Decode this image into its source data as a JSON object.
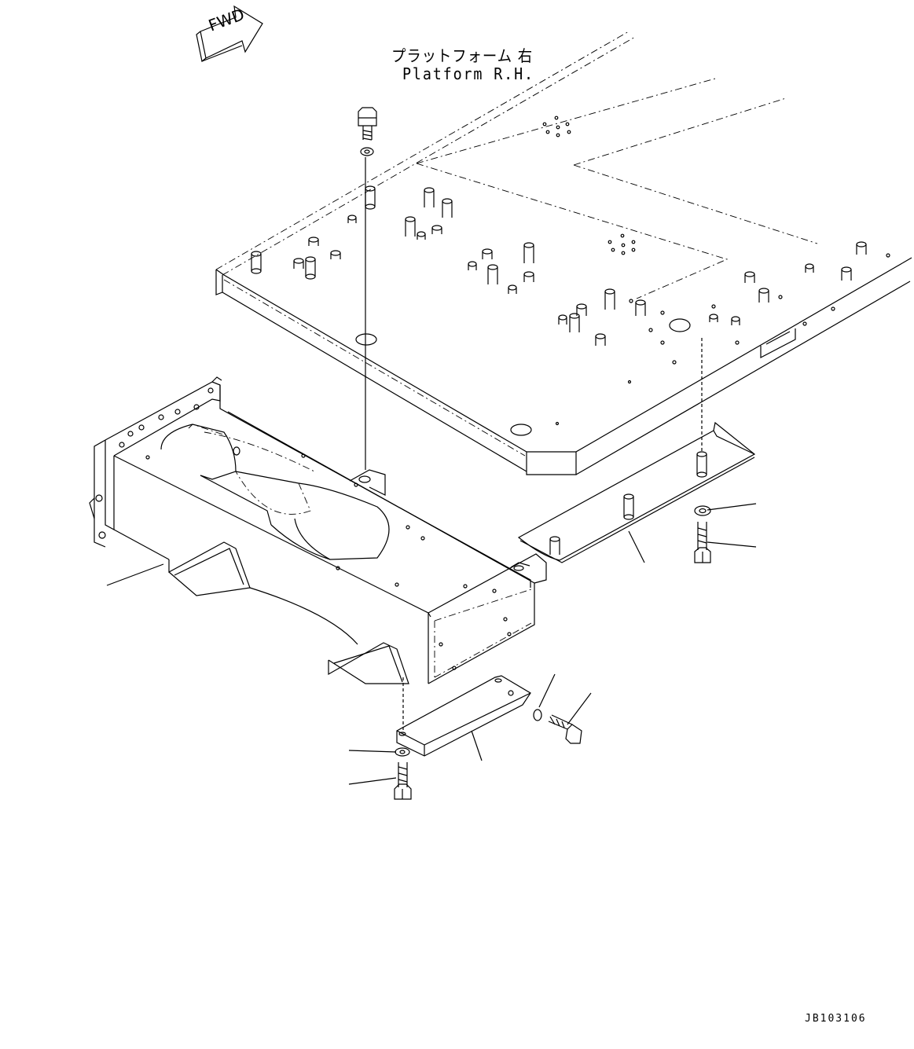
{
  "title": {
    "japanese": "プラットフォーム 右",
    "english": "Platform R.H."
  },
  "direction_marker": {
    "label": "FWD"
  },
  "figure_code": "JB103106"
}
